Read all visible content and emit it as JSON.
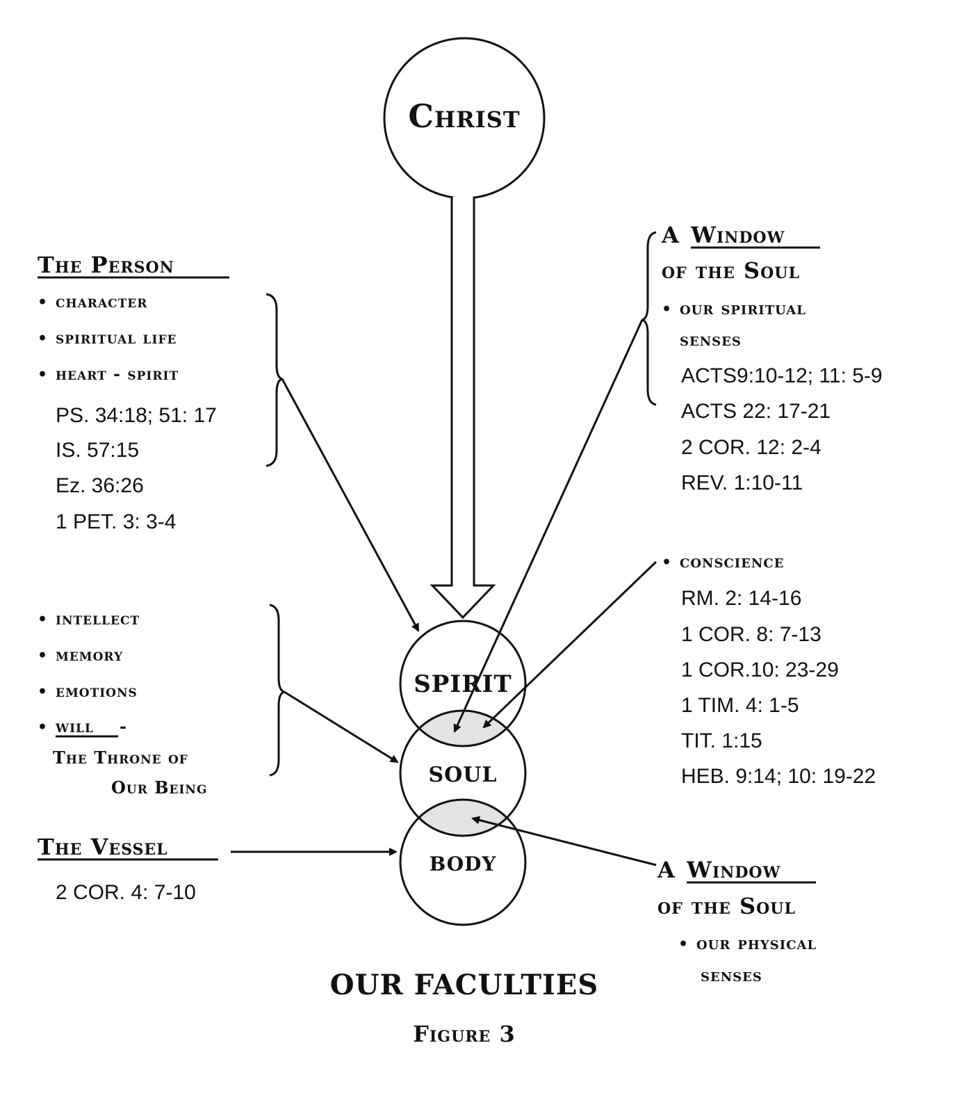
{
  "center": {
    "christ": "Christ",
    "spirit": "SPIRIT",
    "soul": "SOUL",
    "body": "BODY"
  },
  "left": {
    "person_heading": "The Person",
    "person_items": [
      "character",
      "spiritual life",
      "heart - spirit"
    ],
    "person_refs": [
      "PS. 34:18; 51: 17",
      "IS. 57:15",
      "Ez. 36:26",
      "1 PET. 3: 3-4"
    ],
    "soul_items": [
      "intellect",
      "memory",
      "emotions"
    ],
    "will_label": "will",
    "will_suffix": " -",
    "throne_line1": "The Throne of",
    "throne_line2": "Our Being",
    "vessel_heading": "The Vessel",
    "vessel_ref": "2 COR. 4: 7-10"
  },
  "right": {
    "window1_a": "A ",
    "window1_b": "Window",
    "window1_line2": "of the Soul",
    "spiritual_senses_1": "our spiritual",
    "spiritual_senses_2": "senses",
    "spiritual_refs": [
      "ACTS9:10-12; 11: 5-9",
      "ACTS 22: 17-21",
      "2 COR. 12: 2-4",
      "REV. 1:10-11"
    ],
    "conscience": "conscience",
    "conscience_refs": [
      "RM. 2: 14-16",
      "1 COR. 8: 7-13",
      "1 COR.10: 23-29",
      "1 TIM. 4: 1-5",
      "TIT. 1:15",
      "HEB. 9:14; 10: 19-22"
    ],
    "window2_a": "A ",
    "window2_b": "Window",
    "window2_line2": "of the Soul",
    "physical_senses_1": "our physical",
    "physical_senses_2": "senses"
  },
  "caption": {
    "title": "OUR FACULTIES",
    "figure": "Figure 3"
  },
  "colors": {
    "ink": "#111111",
    "overlap_fill": "#e3e3e3",
    "background": "#ffffff"
  }
}
